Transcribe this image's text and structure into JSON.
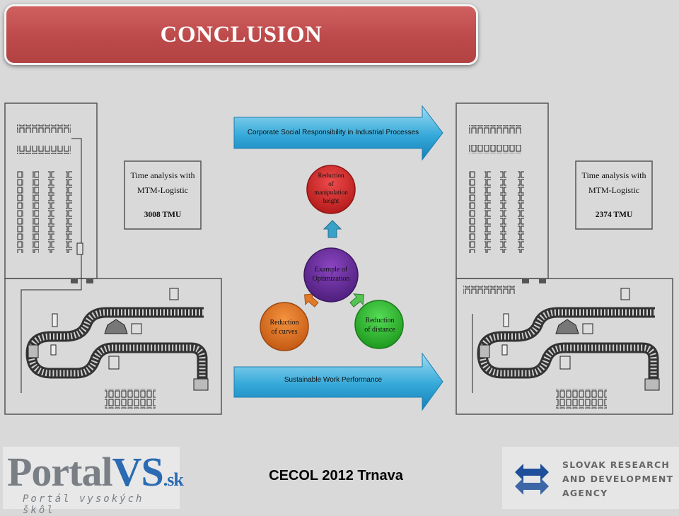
{
  "slide": {
    "title": "CONCLUSION",
    "footer_text": "CECOL 2012 Trnava"
  },
  "left_layout": {
    "box_line1": "Time analysis with",
    "box_line2": "MTM-Logistic",
    "box_value": "3008 TMU"
  },
  "right_layout": {
    "box_line1": "Time analysis with",
    "box_line2": "MTM-Logistic",
    "box_value": "2374 TMU"
  },
  "arrows": {
    "top": "Corporate Social Responsibility in Industrial Processes",
    "bottom": "Sustainable Work Performance"
  },
  "cycle": {
    "center": [
      "Example of",
      "Optimization"
    ],
    "top": [
      "Reduction",
      "of",
      "manipulation",
      "height"
    ],
    "right": [
      "Reduction",
      "of distance"
    ],
    "left": [
      "Reduction",
      "of curves"
    ]
  },
  "logos": {
    "left_brand_a": "Portal",
    "left_brand_b": "VS",
    "left_brand_c": ".sk",
    "left_tagline": "Portál vysokých škôl",
    "right_line1": "SLOVAK RESEARCH",
    "right_line2": "AND DEVELOPMENT",
    "right_line3": "AGENCY"
  },
  "colors": {
    "banner": "#c0504d",
    "arrow": "#31a6d6",
    "center_circle": "#6a2f9c",
    "top_circle": "#d42a2a",
    "right_circle": "#2eb82e",
    "left_circle": "#e06f1c",
    "agency_blue": "#1f4f9a"
  }
}
